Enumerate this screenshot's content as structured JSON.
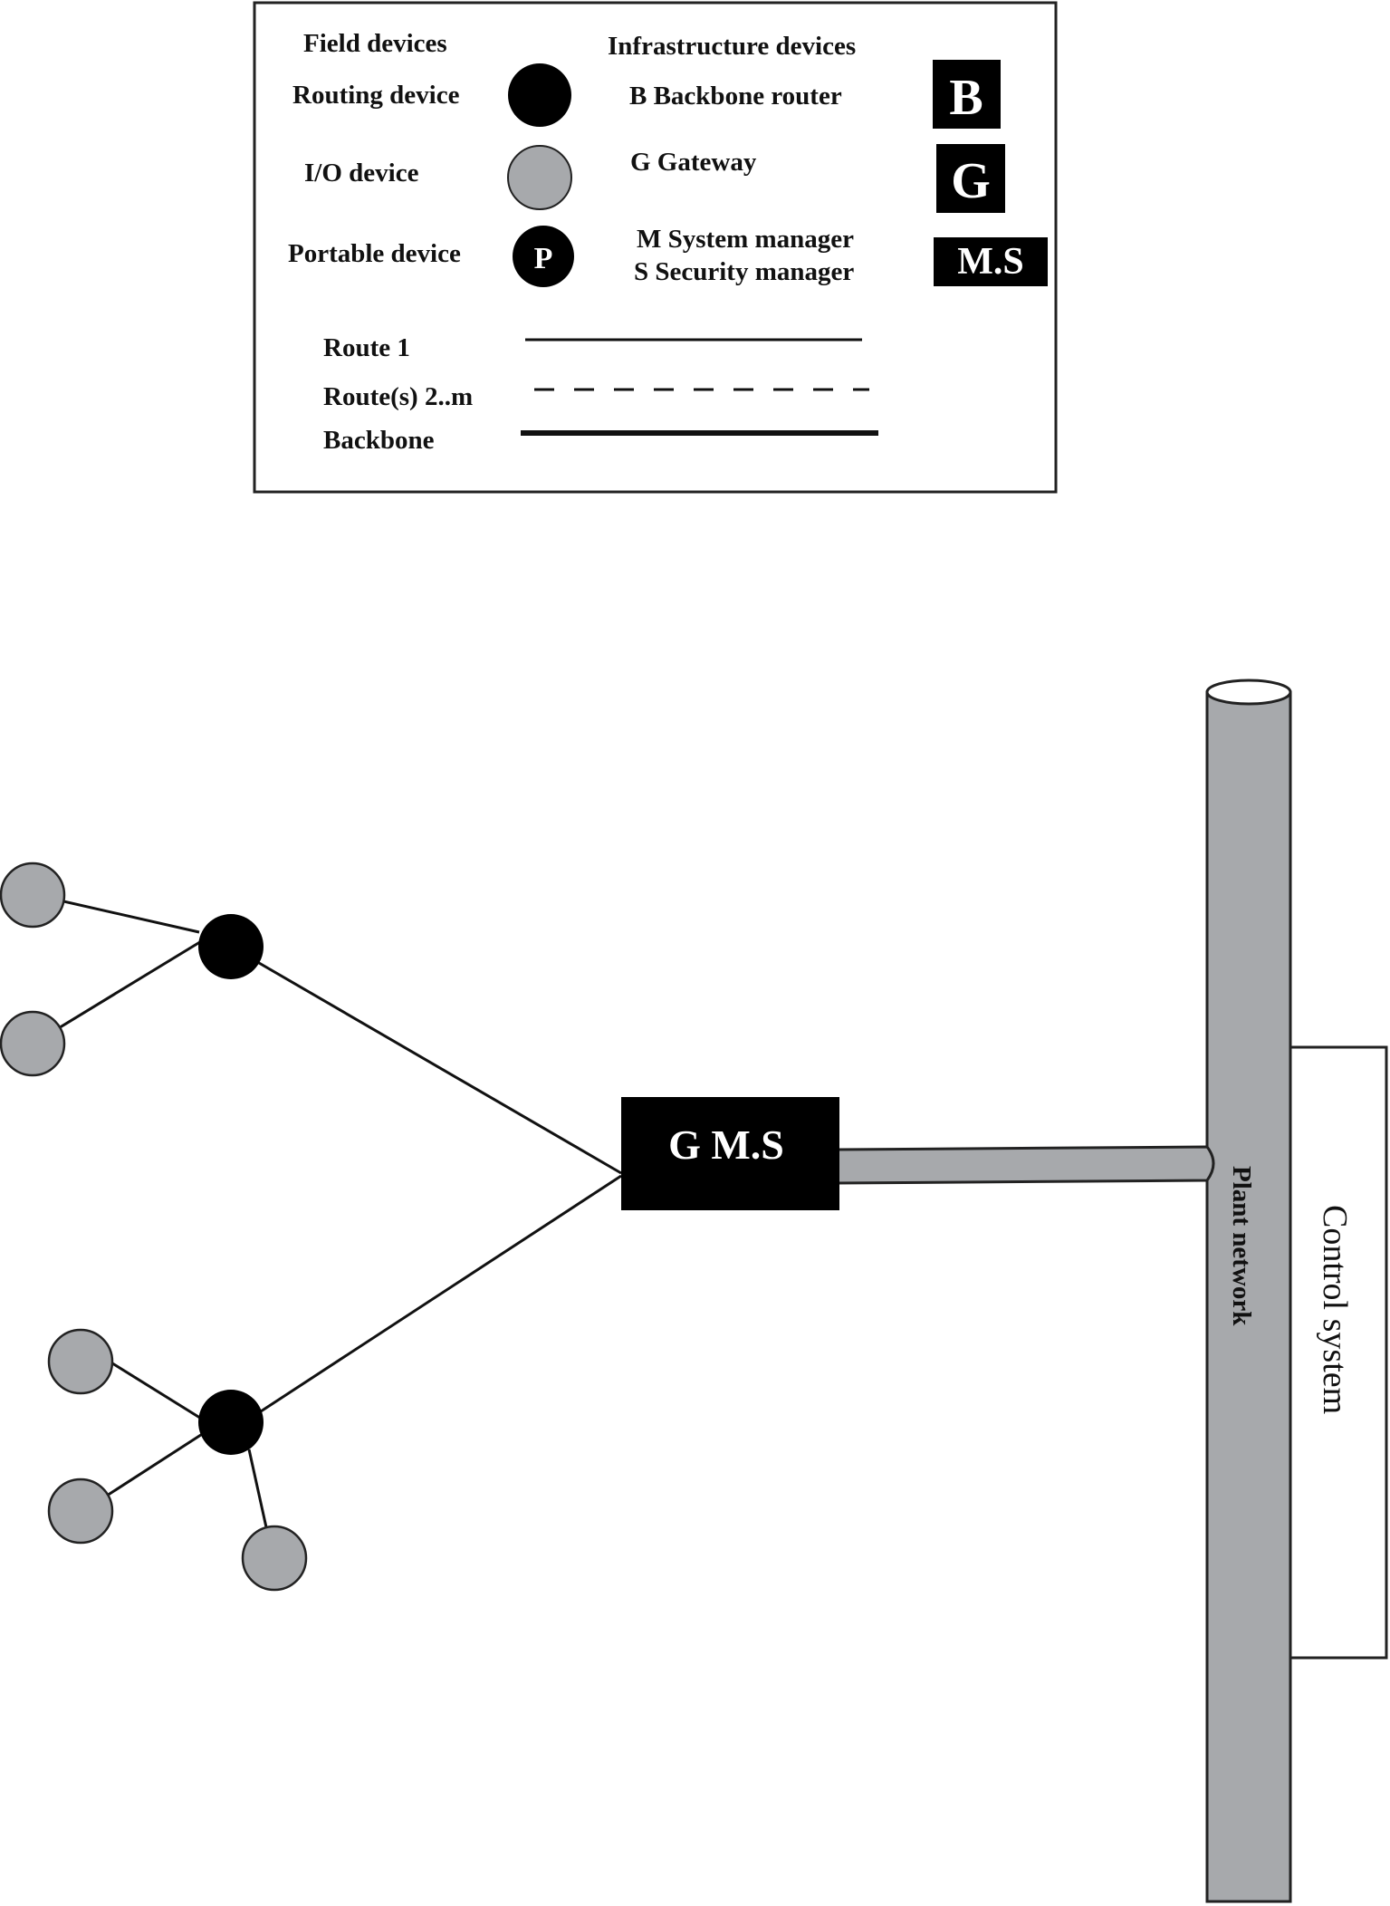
{
  "legend": {
    "field_heading": "Field devices",
    "infra_heading": "Infrastructure devices",
    "routing_device": "Routing device",
    "io_device": "I/O device",
    "portable_device": "Portable device",
    "portable_symbol": "P",
    "backbone_router": "B Backbone router",
    "backbone_symbol": "B",
    "gateway": "G Gateway",
    "gateway_symbol": "G",
    "system_manager": "M System manager",
    "security_manager": "S Security manager",
    "manager_symbol": "M.S",
    "route1": "Route 1",
    "route2m": "Route(s) 2..m",
    "backbone": "Backbone"
  },
  "diagram": {
    "gateway_box": "G M.S",
    "plant_network": "Plant network",
    "control_system": "Control system"
  },
  "colors": {
    "routing": "#000000",
    "io": "#a7a9ac",
    "pipe": "#a7a9ac",
    "infra_box": "#000000"
  }
}
